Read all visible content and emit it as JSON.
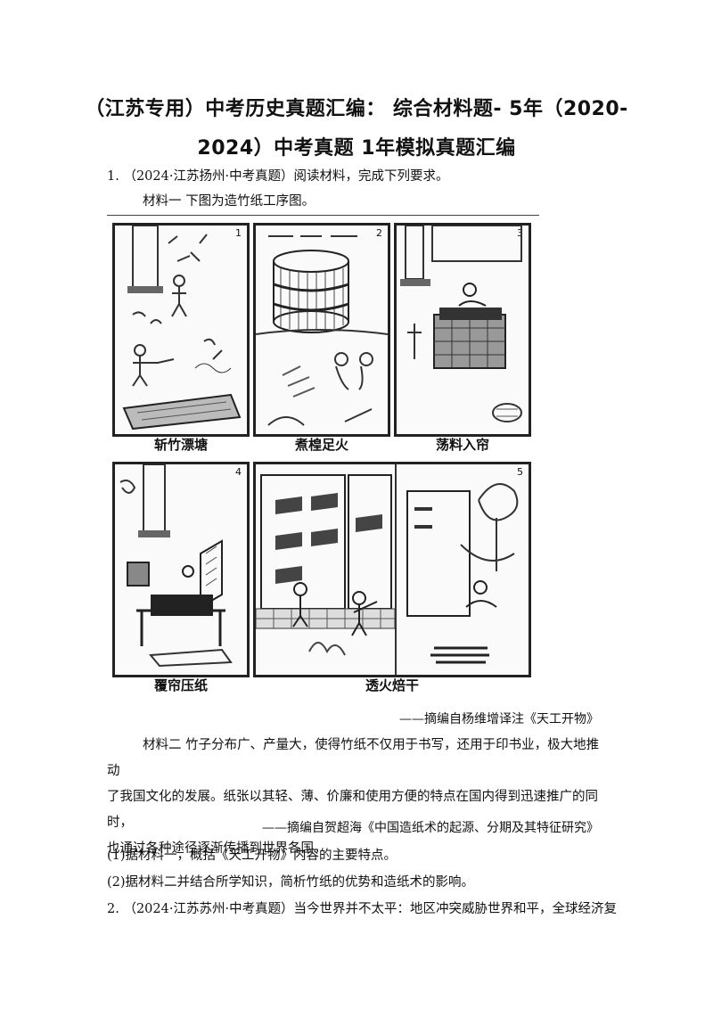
{
  "document": {
    "title_line1": "（江苏专用）中考历史真题汇编： 综合材料题- 5年（2020-",
    "title_line2": "2024）中考真题 1年模拟真题汇编"
  },
  "question1": {
    "header": "1.  （2024·江苏扬州·中考真题）阅读材料，完成下列要求。",
    "material1_label": "材料一  下图为造竹纸工序图。",
    "panels": [
      {
        "number": "1",
        "caption": "斩竹漂塘"
      },
      {
        "number": "2",
        "caption": "煮楻足火"
      },
      {
        "number": "3",
        "caption": "荡料入帘"
      },
      {
        "number": "4",
        "caption": "覆帘压纸"
      },
      {
        "number": "5",
        "caption": "透火焙干"
      }
    ],
    "material1_source": "——摘编自杨维增译注《天工开物》",
    "material2_line1": "材料二  竹子分布广、产量大，使得竹纸不仅用于书写，还用于印书业，极大地推动",
    "material2_line2": "了我国文化的发展。纸张以其轻、薄、价廉和使用方便的特点在国内得到迅速推广的同时，",
    "material2_line3": "也通过各种途径逐渐传播到世界各国。",
    "material2_source": "——摘编自贺超海《中国造纸术的起源、分期及其特征研究》",
    "sub1": "(1)据材料一，概括《天工开物》内容的主要特点。",
    "sub2": "(2)据材料二并结合所学知识，简析竹纸的优势和造纸术的影响。"
  },
  "question2": {
    "header": "2.  （2024·江苏苏州·中考真题）当今世界并不太平：地区冲突威胁世界和平，全球经济复"
  }
}
